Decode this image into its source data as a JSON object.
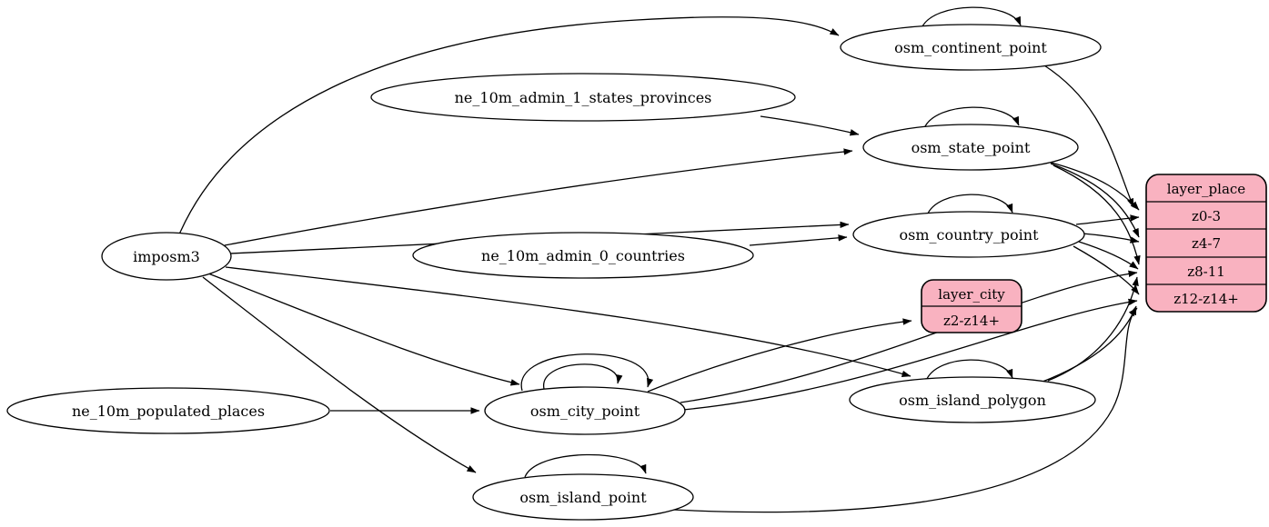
{
  "diagram": {
    "title": "ETL graph: imposm3 and Natural Earth tables into place/city layers",
    "colors": {
      "record_fill": "#f9b2c0",
      "node_fill": "#ffffff",
      "edge_color": "#000000",
      "background": "#ffffff"
    },
    "nodes": [
      {
        "id": "imposm3",
        "label": "imposm3"
      },
      {
        "id": "ne_10m_admin_1_states_provinces",
        "label": "ne_10m_admin_1_states_provinces"
      },
      {
        "id": "ne_10m_admin_0_countries",
        "label": "ne_10m_admin_0_countries"
      },
      {
        "id": "ne_10m_populated_places",
        "label": "ne_10m_populated_places"
      },
      {
        "id": "osm_continent_point",
        "label": "osm_continent_point"
      },
      {
        "id": "osm_state_point",
        "label": "osm_state_point"
      },
      {
        "id": "osm_country_point",
        "label": "osm_country_point"
      },
      {
        "id": "osm_city_point",
        "label": "osm_city_point"
      },
      {
        "id": "osm_island_polygon",
        "label": "osm_island_polygon"
      },
      {
        "id": "osm_island_point",
        "label": "osm_island_point"
      }
    ],
    "records": [
      {
        "id": "layer_place",
        "header": "layer_place",
        "rows": [
          "z0-3",
          "z4-7",
          "z8-11",
          "z12-z14+"
        ]
      },
      {
        "id": "layer_city",
        "header": "layer_city",
        "rows": [
          "z2-z14+"
        ]
      }
    ],
    "edges": [
      {
        "from": "imposm3",
        "to": "osm_continent_point"
      },
      {
        "from": "imposm3",
        "to": "osm_state_point"
      },
      {
        "from": "imposm3",
        "to": "osm_country_point"
      },
      {
        "from": "imposm3",
        "to": "osm_city_point"
      },
      {
        "from": "imposm3",
        "to": "osm_island_polygon"
      },
      {
        "from": "imposm3",
        "to": "osm_island_point"
      },
      {
        "from": "ne_10m_admin_1_states_provinces",
        "to": "osm_state_point"
      },
      {
        "from": "ne_10m_admin_0_countries",
        "to": "osm_country_point"
      },
      {
        "from": "ne_10m_populated_places",
        "to": "osm_city_point"
      },
      {
        "from": "osm_continent_point",
        "to": "osm_continent_point"
      },
      {
        "from": "osm_state_point",
        "to": "osm_state_point"
      },
      {
        "from": "osm_country_point",
        "to": "osm_country_point"
      },
      {
        "from": "osm_city_point",
        "to": "osm_city_point"
      },
      {
        "from": "osm_city_point",
        "to": "osm_city_point"
      },
      {
        "from": "osm_island_polygon",
        "to": "osm_island_polygon"
      },
      {
        "from": "osm_island_point",
        "to": "osm_island_point"
      },
      {
        "from": "osm_continent_point",
        "to": "layer_place:z0-3"
      },
      {
        "from": "osm_state_point",
        "to": "layer_place:z0-3"
      },
      {
        "from": "osm_state_point",
        "to": "layer_place:z4-7"
      },
      {
        "from": "osm_state_point",
        "to": "layer_place:z8-11"
      },
      {
        "from": "osm_country_point",
        "to": "layer_place:z0-3"
      },
      {
        "from": "osm_country_point",
        "to": "layer_place:z4-7"
      },
      {
        "from": "osm_country_point",
        "to": "layer_place:z8-11"
      },
      {
        "from": "osm_country_point",
        "to": "layer_place:z12-z14+"
      },
      {
        "from": "osm_city_point",
        "to": "layer_city:z2-z14+"
      },
      {
        "from": "osm_city_point",
        "to": "layer_place:z8-11"
      },
      {
        "from": "osm_city_point",
        "to": "layer_place:z12-z14+"
      },
      {
        "from": "osm_island_polygon",
        "to": "layer_place:z8-11"
      },
      {
        "from": "osm_island_polygon",
        "to": "layer_place:z12-z14+"
      },
      {
        "from": "osm_island_point",
        "to": "layer_place:z12-z14+"
      }
    ]
  }
}
